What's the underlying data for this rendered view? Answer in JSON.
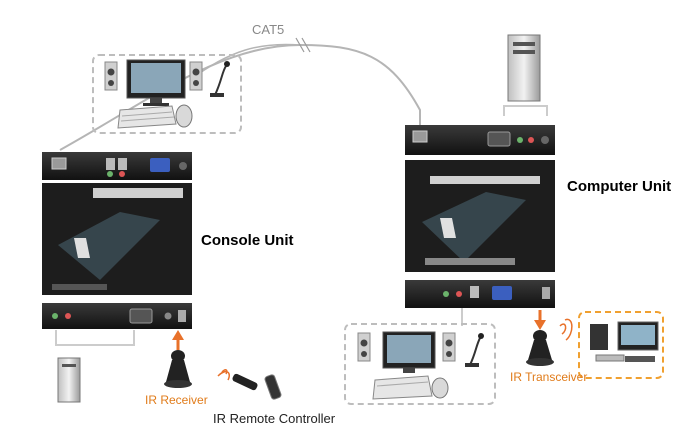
{
  "labels": {
    "cat5": "CAT5",
    "console_unit": "Console Unit",
    "computer_unit": "Computer Unit",
    "ir_receiver": "IR Receiver",
    "ir_remote": "IR Remote Controller",
    "ir_transceiver": "IR Transceiver"
  },
  "colors": {
    "device_body": "#1c1c1c",
    "dashed_box": "#bdbdbd",
    "orange_box": "#f0a030",
    "ir_arrow": "#e8712a",
    "cable": "#b5b5b5"
  },
  "icons": [
    "monitor-icon",
    "speaker-icon",
    "microphone-icon",
    "keyboard-icon",
    "mouse-icon",
    "pc-tower-icon",
    "ir-receiver-icon",
    "remote-control-icon",
    "av-equipment-icon"
  ]
}
